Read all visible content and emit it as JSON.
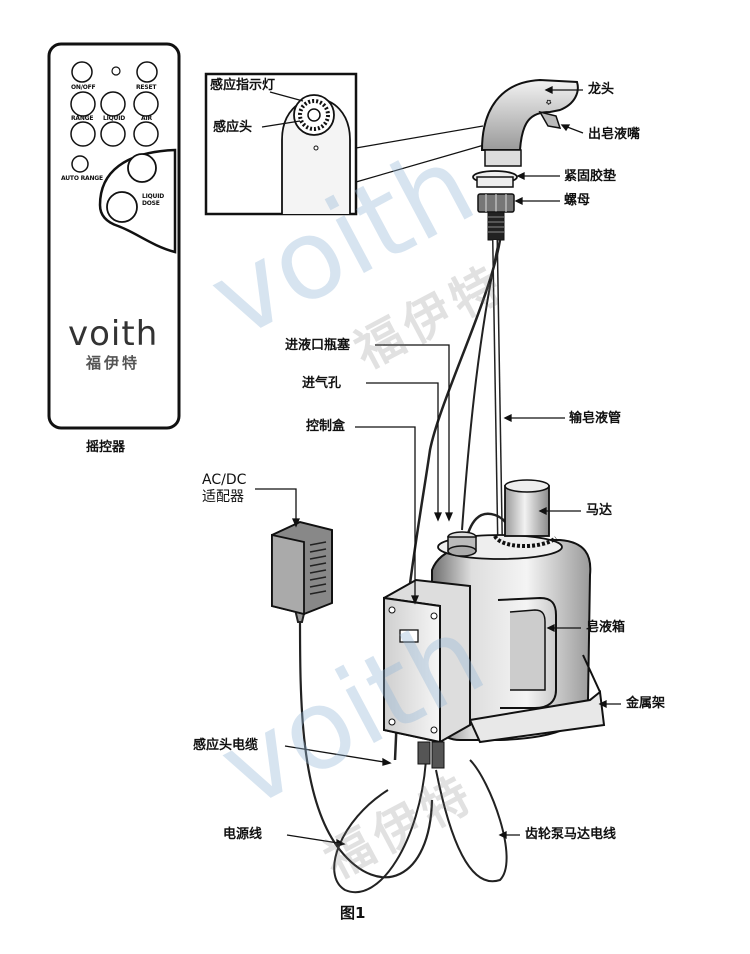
{
  "remote": {
    "buttons": {
      "onoff": "ON/OFF",
      "reset": "RESET",
      "range": "RANGE",
      "liquid": "LIQUID",
      "air": "AIR",
      "auto_range": "AUTO RANGE",
      "liquid_dose": "LIQUID DOSE"
    },
    "brand_en": "voith",
    "brand_cn": "福伊特",
    "caption": "摇控器"
  },
  "inset": {
    "indicator_light": "感应指示灯",
    "sensor_head": "感应头"
  },
  "labels": {
    "faucet": "龙头",
    "soap_nozzle": "出皂液嘴",
    "gasket": "紧固胶垫",
    "nut": "螺母",
    "bottle_stopper": "进液口瓶塞",
    "air_hole": "进气孔",
    "supply_tube": "输皂液管",
    "control_box": "控制盒",
    "adapter": "AC/DC\n适配器",
    "motor": "马达",
    "soap_tank": "皂液箱",
    "metal_frame": "金属架",
    "sensor_cable": "感应头电缆",
    "power_cord": "电源线",
    "pump_motor_wire": "齿轮泵马达电线"
  },
  "figure_caption": "图1",
  "watermark": {
    "en": "voith",
    "cn": "福伊特"
  }
}
